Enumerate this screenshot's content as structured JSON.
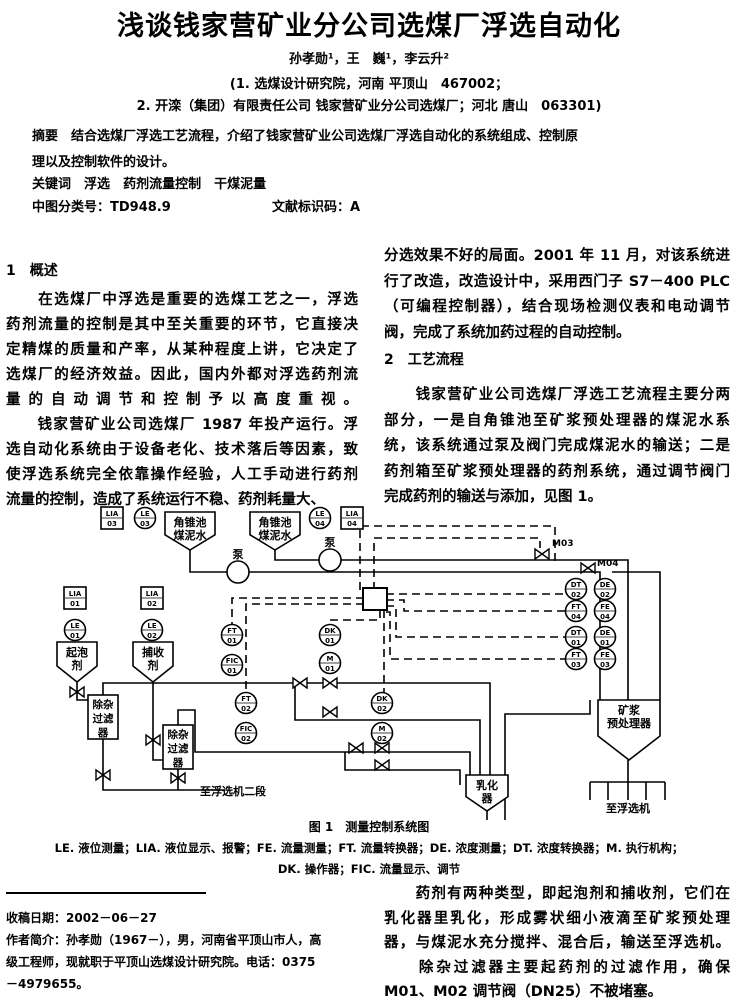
{
  "title": "浅谈钱家营矿业分公司选煤厂浮选自动化",
  "authors": "孙孝勋¹，王　巍¹，李云升²",
  "affiliation_1": "(1. 选煤设计研究院，河南 平顶山　467002；",
  "affiliation_2": "2. 开滦（集团）有限责任公司 钱家营矿业分公司选煤厂；河北 唐山　063301)",
  "abstract": {
    "label": "摘要",
    "line1": "结合选煤厂浮选工艺流程，介绍了钱家营矿业公司选煤厂浮选自动化的系统组成、控制原",
    "line2": "理以及控制软件的设计。"
  },
  "keywords": {
    "label": "关键词",
    "items": [
      "浮选",
      "药剂流量控制",
      "干煤泥量"
    ]
  },
  "classification": {
    "label": "中图分类号：",
    "value": "TD948.9"
  },
  "doc_code": {
    "label": "文献标识码：",
    "value": "A"
  },
  "section1": {
    "heading": "1　概述",
    "lines": [
      "　　在选煤厂中浮选是重要的选煤工艺之一，浮选",
      "药剂流量的控制是其中至关重要的环节，它直接决",
      "定精煤的质量和产率，从某种程度上讲，它决定了",
      "选煤厂的经济效益。因此，国内外都对浮选药剂流",
      "量的自动调节和控制予以高度重视。",
      "　　钱家营矿业公司选煤厂 1987 年投产运行。浮",
      "选自动化系统由于设备老化、技术落后等因素，致",
      "使浮选系统完全依靠操作经验，人工手动进行药剂",
      "流量的控制，造成了系统运行不稳、药剂耗量大、"
    ]
  },
  "right_top": {
    "lines": [
      "分选效果不好的局面。2001 年 11 月，对该系统进",
      "行了改造，改造设计中，采用西门子 S7－400 PLC",
      "（可编程控制器），结合现场检测仪表和电动调节",
      "阀，完成了系统加药过程的自动控制。"
    ]
  },
  "section2": {
    "heading": "2　工艺流程",
    "lines": [
      "　　钱家营矿业公司选煤厂浮选工艺流程主要分两",
      "部分，一是自角锥池至矿浆预处理器的煤泥水系",
      "统，该系统通过泵及阀门完成煤泥水的输送；二是",
      "药剂箱至矿浆预处理器的药剂系统，通过调节阀门",
      "完成药剂的输送与添加，见图 1。"
    ]
  },
  "figure": {
    "tanks": {
      "cone_left": [
        "角锥池",
        "煤泥水"
      ],
      "cone_right": [
        "角锥池",
        "煤泥水"
      ],
      "frother": [
        "起泡",
        "剂"
      ],
      "collector": [
        "捕收",
        "剂"
      ]
    },
    "pump_label": "泵",
    "filter": [
      "除杂",
      "过滤",
      "器"
    ],
    "emulsifier": [
      "乳化",
      "器"
    ],
    "pretreater": [
      "矿浆",
      "预处理器"
    ],
    "to_flotation": "至浮选机",
    "to_flotation_2": "至浮选机二段",
    "valves": [
      "M03",
      "M04"
    ],
    "instruments": [
      [
        "LIA",
        "03"
      ],
      [
        "LE",
        "03"
      ],
      [
        "LE",
        "04"
      ],
      [
        "LIA",
        "04"
      ],
      [
        "LIA",
        "01"
      ],
      [
        "LE",
        "01"
      ],
      [
        "LIA",
        "02"
      ],
      [
        "LE",
        "02"
      ],
      [
        "FT",
        "01"
      ],
      [
        "FIC",
        "01"
      ],
      [
        "DK",
        "01"
      ],
      [
        "M",
        "01"
      ],
      [
        "FT",
        "02"
      ],
      [
        "FIC",
        "02"
      ],
      [
        "DK",
        "02"
      ],
      [
        "M",
        "02"
      ],
      [
        "DT",
        "02"
      ],
      [
        "DE",
        "02"
      ],
      [
        "FT",
        "04"
      ],
      [
        "FE",
        "04"
      ],
      [
        "DT",
        "01"
      ],
      [
        "DE",
        "01"
      ],
      [
        "FT",
        "03"
      ],
      [
        "FE",
        "03"
      ]
    ],
    "caption": "图 1　测量控制系统图",
    "legend_1": "LE. 液位测量；LIA. 液位显示、报警；FE. 流量测量；FT. 流量转换器；DE. 浓度测量；DT. 浓度转换器；M. 执行机构；",
    "legend_2": "DK. 操作器；FIC. 流量显示、调节"
  },
  "footnote": {
    "received": "收稿日期：2002－06－27",
    "bio_1": "作者简介：孙孝勋（1967－），男，河南省平顶山市人，高",
    "bio_2": "级工程师，现就职于平顶山选煤设计研究院。电话：0375",
    "bio_3": "－4979655。"
  },
  "right_bottom": {
    "lines": [
      "　　药剂有两种类型，即起泡剂和捕收剂，它们在",
      "乳化器里乳化，形成雾状细小液滴至矿浆预处理",
      "器，与煤泥水充分搅拌、混合后，输送至浮选机。",
      "　　除杂过滤器主要起药剂的过滤作用，确保",
      "M01、M02 调节阀（DN25）不被堵塞。"
    ]
  }
}
